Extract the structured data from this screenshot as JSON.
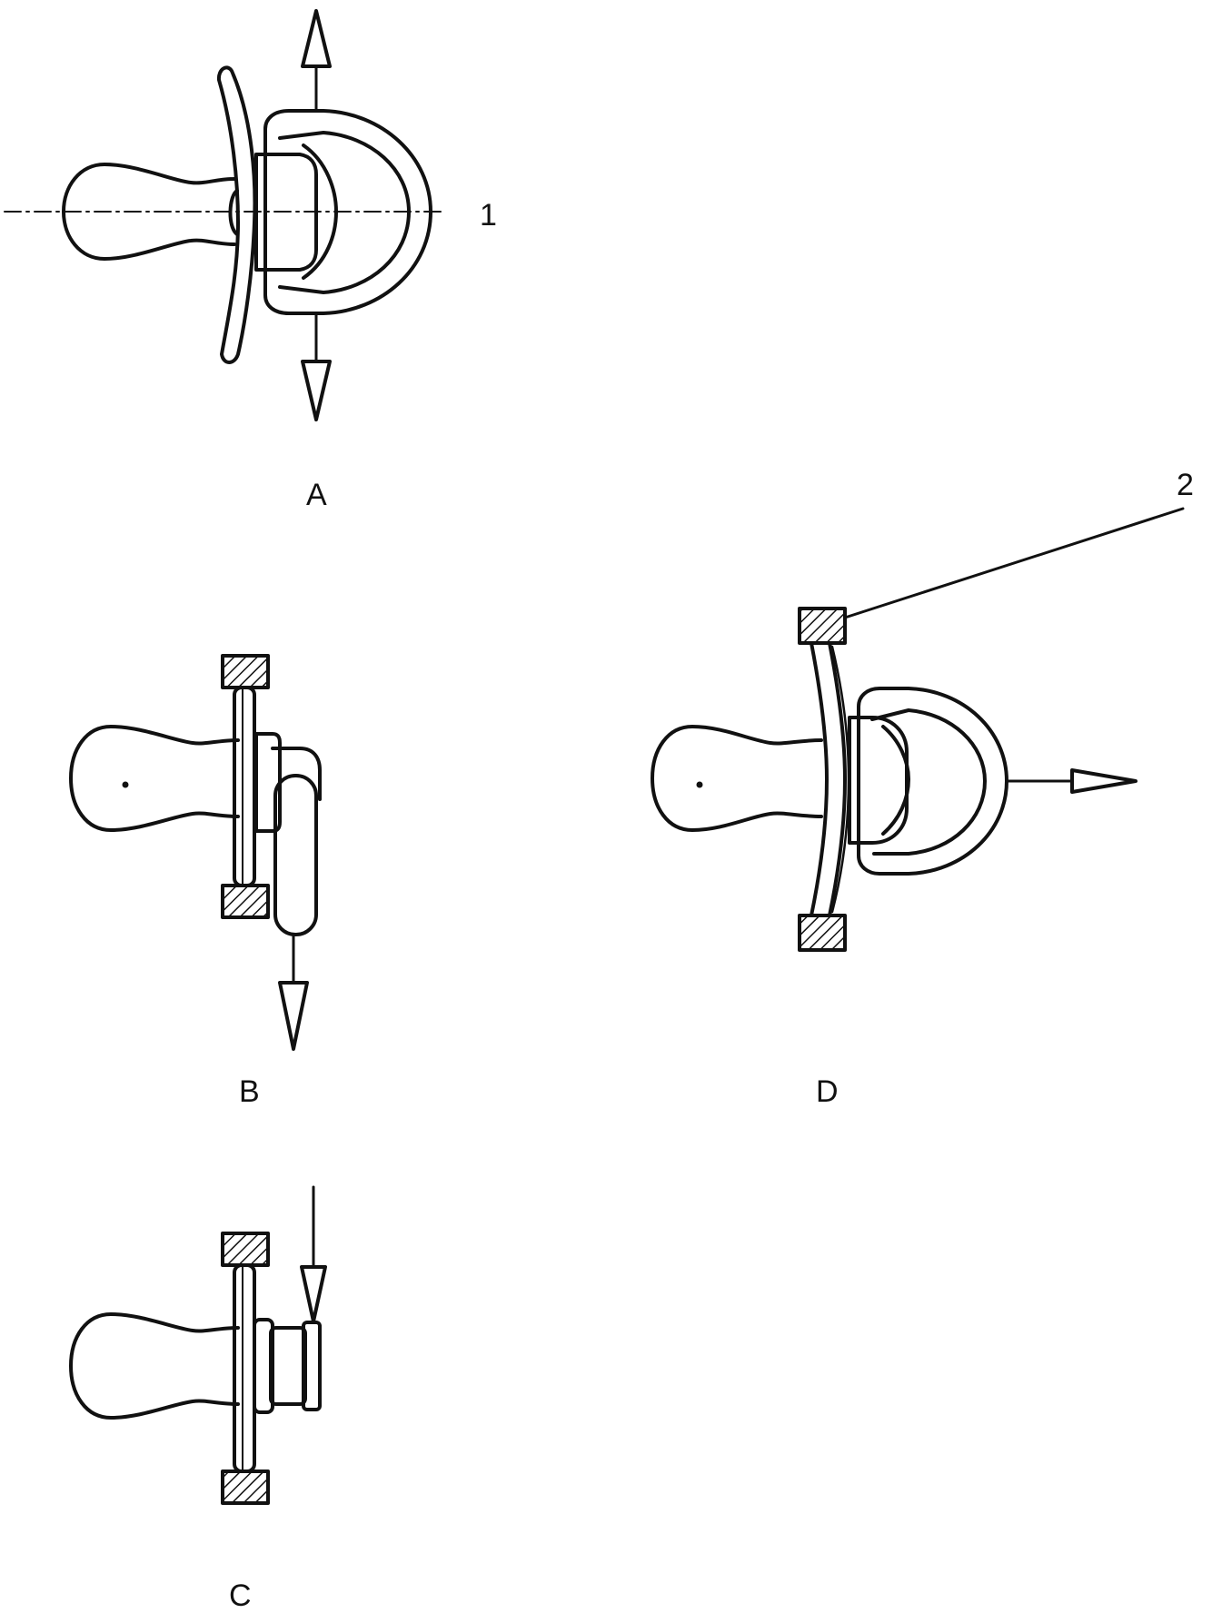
{
  "colors": {
    "ink": "#111111",
    "background": "#ffffff",
    "hatch_fill": "#ffffff"
  },
  "labels": {
    "ref_1": "1",
    "ref_2": "2",
    "view_a": "A",
    "view_b": "B",
    "view_c": "C",
    "view_d": "D"
  },
  "icons": {
    "arrow_up": "arrow-up-icon",
    "arrow_down": "arrow-down-icon",
    "arrow_right": "arrow-right-icon"
  }
}
